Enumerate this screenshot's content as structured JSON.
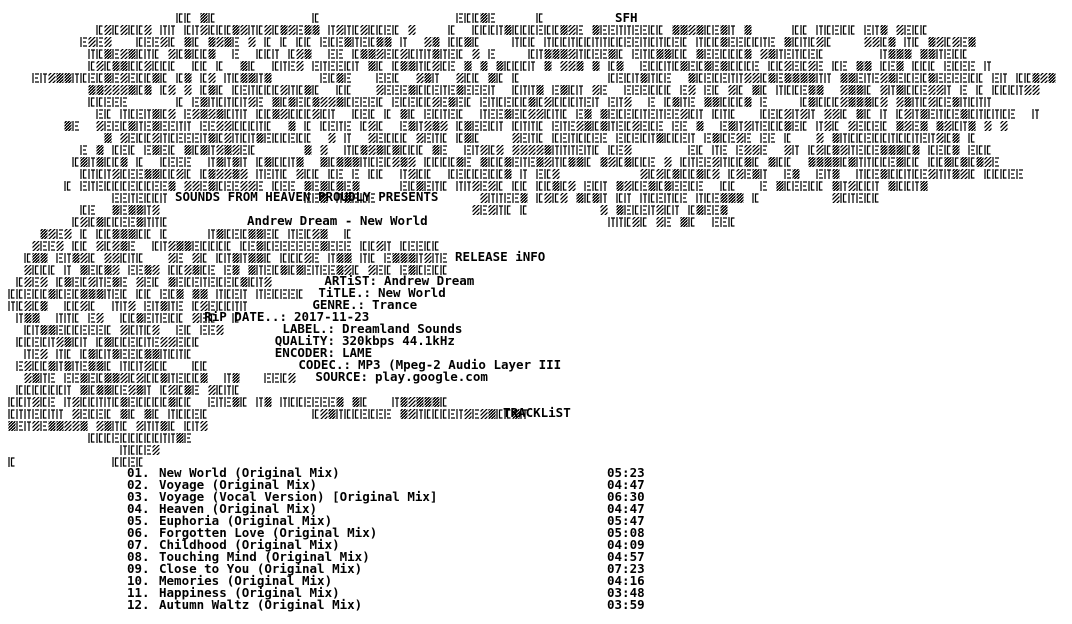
{
  "header": {
    "group_tag": "SFH",
    "presents": "SOUNDS FROM HEAVEN PROUDLY PRESENTS",
    "release_title": "Andrew Dream - New World"
  },
  "sections": {
    "release_info": "RELEASE iNFO",
    "tracklist": "TRACKLiST"
  },
  "info": [
    {
      "label": "ARTiST:",
      "value": "Andrew Dream"
    },
    {
      "label": "TiTLE.:",
      "value": "New World"
    },
    {
      "label": "GENRE.:",
      "value": "Trance"
    },
    {
      "label": "RiP DATE..:",
      "value": "2017-11-23"
    },
    {
      "label": "LABEL.:",
      "value": "Dreamland Sounds"
    },
    {
      "label": "QUALiTY:",
      "value": "320kbps 44.1kHz"
    },
    {
      "label": "ENCODER:",
      "value": "LAME"
    },
    {
      "label": "CODEC.:",
      "value": "MP3 (Mpeg-2 Audio Layer III"
    },
    {
      "label": "SOURCE:",
      "value": "play.google.com"
    }
  ],
  "tracks": [
    {
      "num": "01.",
      "title": "New World (Original Mix)",
      "duration": "05:23"
    },
    {
      "num": "02.",
      "title": "Voyage (Original Mix)",
      "duration": "04:47"
    },
    {
      "num": "03.",
      "title": "Voyage (Vocal Version) [Original Mix]",
      "duration": "06:30"
    },
    {
      "num": "04.",
      "title": "Heaven (Original Mix)",
      "duration": "04:47"
    },
    {
      "num": "05.",
      "title": "Euphoria (Original Mix)",
      "duration": "05:47"
    },
    {
      "num": "06.",
      "title": "Forgotten Love (Original Mix)",
      "duration": "05:08"
    },
    {
      "num": "07.",
      "title": "Childhood (Original Mix)",
      "duration": "04:09"
    },
    {
      "num": "08.",
      "title": "Touching Mind (Original Mix)",
      "duration": "04:57"
    },
    {
      "num": "09.",
      "title": "Close to You (Original Mix)",
      "duration": "07:23"
    },
    {
      "num": "10.",
      "title": "Memories (Original Mix)",
      "duration": "04:16"
    },
    {
      "num": "11.",
      "title": "Happiness (Original Mix)",
      "duration": "03:48"
    },
    {
      "num": "12.",
      "title": "Autumn Waltz (Original Mix)",
      "duration": "03:59"
    }
  ]
}
